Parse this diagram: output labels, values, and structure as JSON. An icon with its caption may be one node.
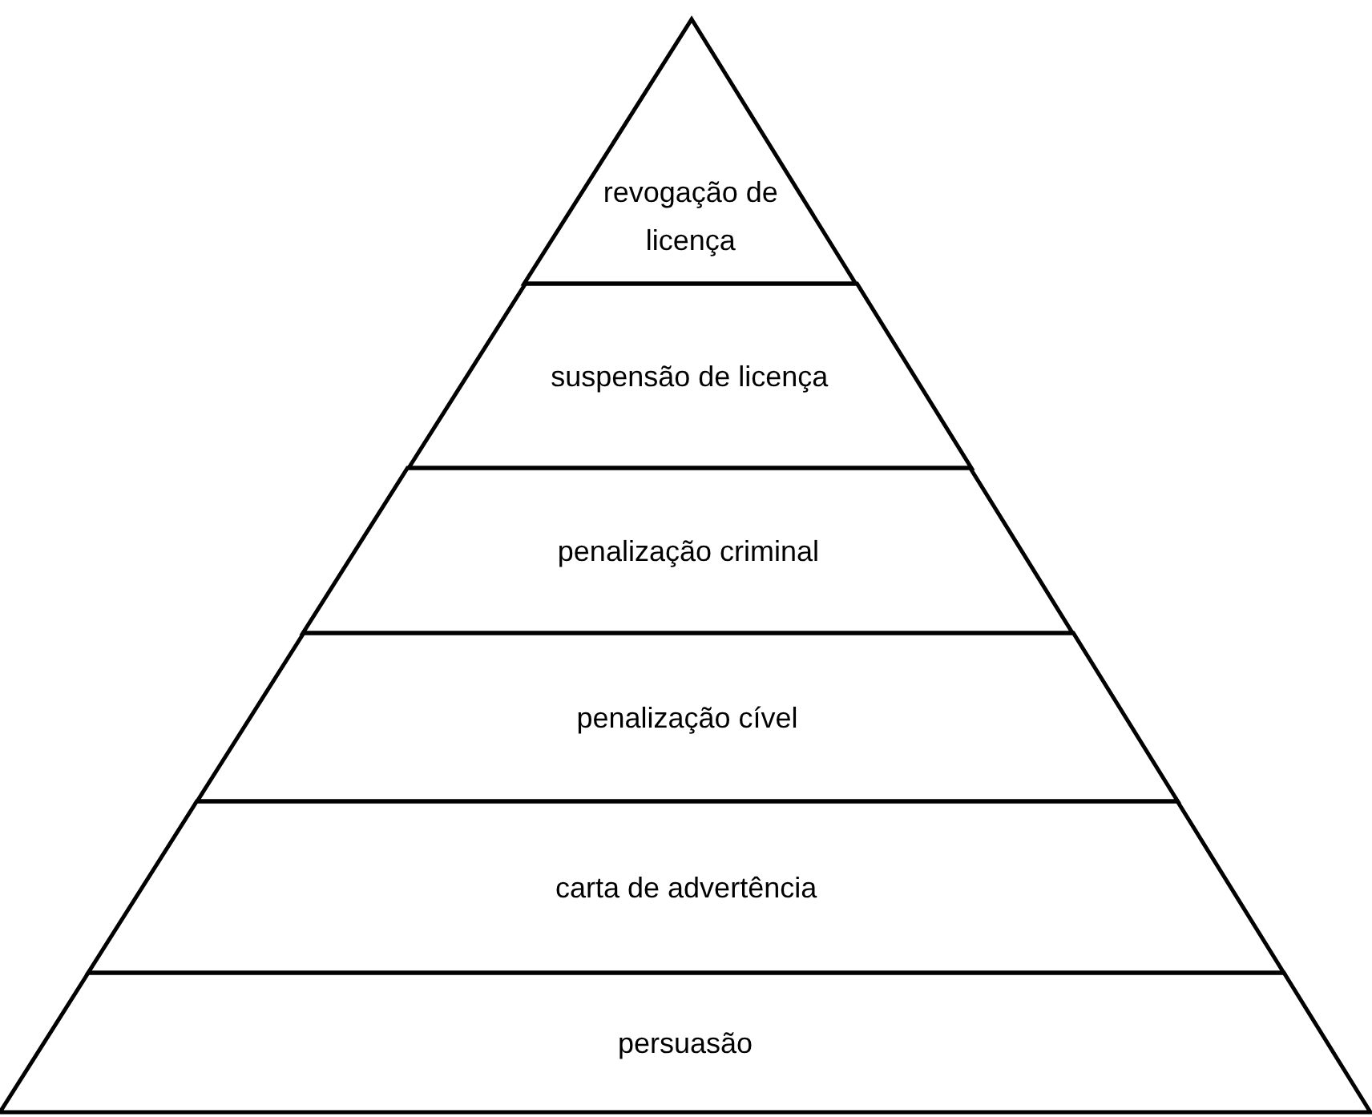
{
  "diagram": {
    "nodes": [
      {
        "text": [
          "revogação de licença"
        ]
      },
      {
        "text": [
          "suspensão de licença"
        ]
      },
      {
        "text": [
          "penalização criminal"
        ]
      },
      {
        "text": [
          "penalização cível"
        ]
      },
      {
        "text": [
          "carta de advertência"
        ]
      },
      {
        "text": [
          "persuasão"
        ]
      }
    ]
  }
}
